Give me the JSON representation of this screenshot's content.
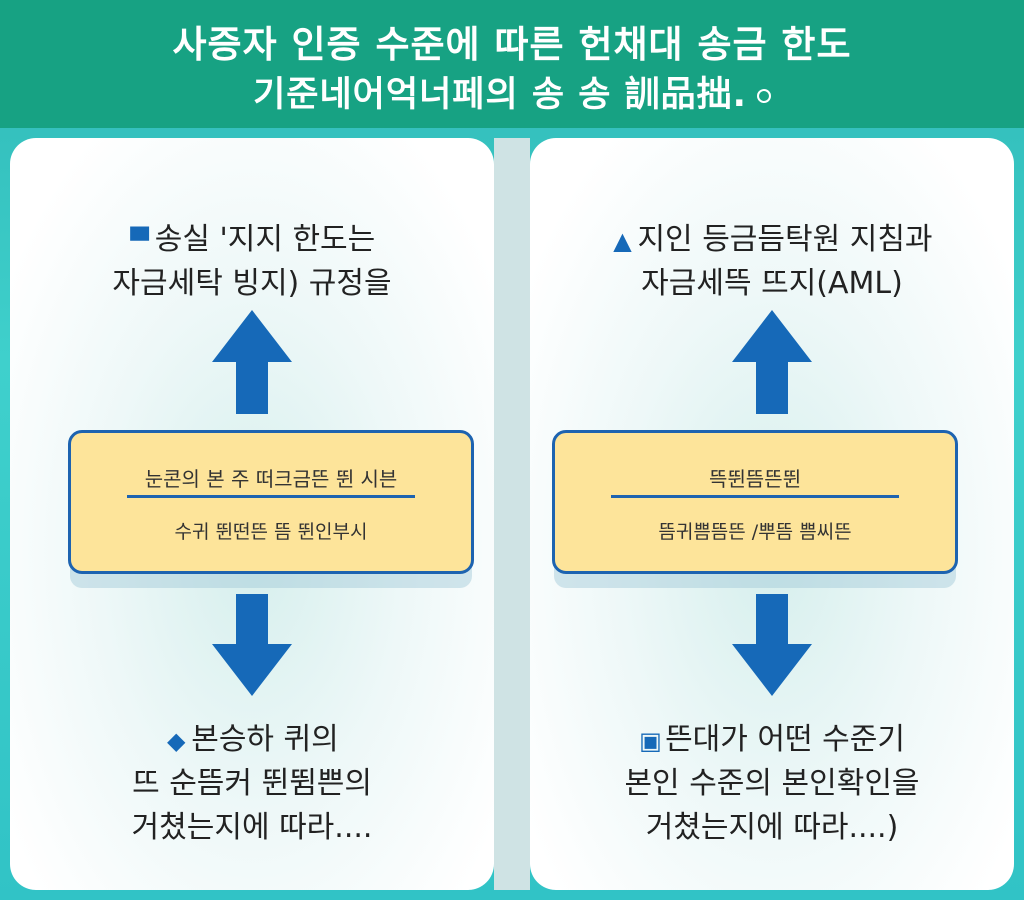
{
  "header": {
    "title_line1": "사증자 인증 수준에 따른 헌채대 송금 한도",
    "title_line2": "기준네어억너페의 송 송 訓品拙."
  },
  "left_panel": {
    "top_text": [
      "송실 '지지 한도는",
      "자금세탁 빙지) 규정을"
    ],
    "box_line1": "눈콘의 본 주 떠크금뜬 뛴 시븐",
    "box_line2": "수귀 뛴떤뜬 뜸 뛴인부시",
    "bottom_text": [
      "본승하 퀴의",
      "뜨 순뜸커 뛴뜀쁜의",
      "거쳤는지에 따라...."
    ]
  },
  "right_panel": {
    "top_text": [
      "지인 등금듬탁원 지침과",
      "자금세뜩 뜨지(AML)"
    ],
    "box_line1": "뜩뛴뜸뜬뛴",
    "box_line2": "뜸귀쁨뜸뜬 /뿌뜸 쁨씨뜬",
    "bottom_text": [
      "뜬대가 어떤 수준기",
      "본인 수준의 본인확인을",
      "거쳤는지에 따라....)"
    ]
  },
  "colors": {
    "header_bg": "#17a283",
    "arrow": "#1669b8",
    "box_fill": "#fde49a",
    "box_border": "#1d63b0"
  },
  "icons": [
    "money-icon",
    "arrow-up-icon",
    "shield-icon",
    "id-card-icon"
  ]
}
